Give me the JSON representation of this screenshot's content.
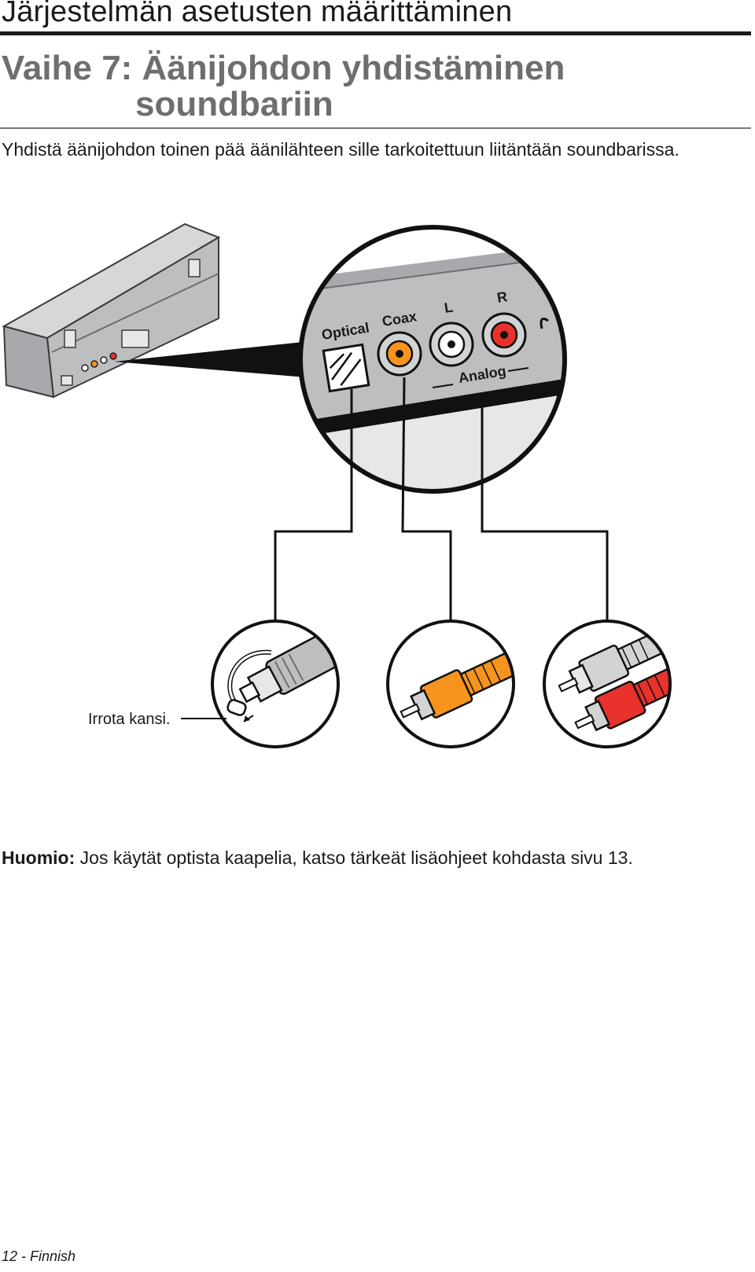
{
  "header": {
    "section_title": "Järjestelmän asetusten määrittäminen",
    "step_title_line1": "Vaihe 7: Äänijohdon yhdistäminen",
    "step_title_line2": "soundbariin"
  },
  "instruction": "Yhdistä äänijohdon toinen pää äänilähteen sille tarkoitettuun liitäntään soundbarissa.",
  "figure": {
    "labels": {
      "optical": "Optical",
      "coax": "Coax",
      "left": "L",
      "right": "R",
      "analog": "Analog"
    },
    "cap_caption": "Irrota kansi.",
    "colors": {
      "coax_orange": "#f7941d",
      "right_red": "#e8322b",
      "left_white": "#ffffff",
      "panel_gray": "#bcbec0"
    }
  },
  "note": {
    "label": "Huomio:",
    "text": " Jos käytät optista kaapelia, katso tärkeät lisäohjeet kohdasta sivu 13."
  },
  "footer": {
    "page_label": "12 - Finnish"
  }
}
